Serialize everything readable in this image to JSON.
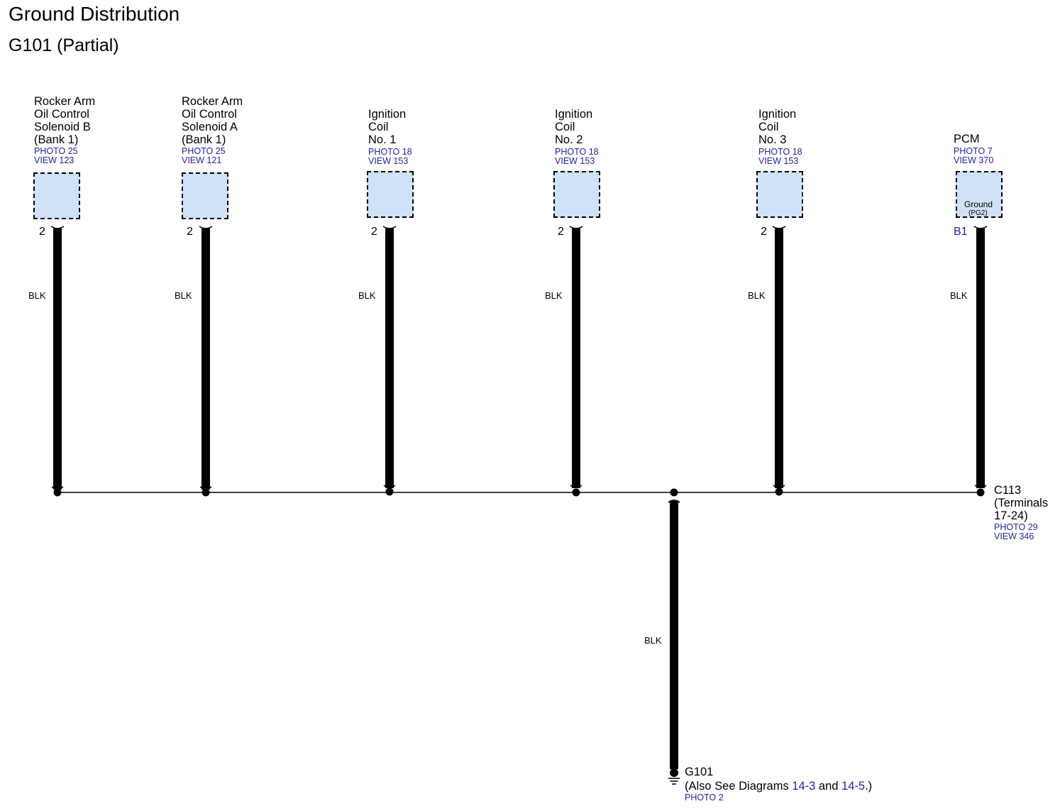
{
  "header": {
    "title": "Ground Distribution",
    "subtitle": "G101 (Partial)"
  },
  "components": [
    {
      "name": "Rocker Arm\nOil Control\nSolenoid B\n(Bank 1)",
      "photo": "PHOTO 25",
      "view": "VIEW 123",
      "pin": "2",
      "wire": "BLK"
    },
    {
      "name": "Rocker Arm\nOil Control\nSolenoid A\n(Bank 1)",
      "photo": "PHOTO 25",
      "view": "VIEW 121",
      "pin": "2",
      "wire": "BLK"
    },
    {
      "name": "Ignition\nCoil\nNo. 1",
      "photo": "PHOTO 18",
      "view": "VIEW 153",
      "pin": "2",
      "wire": "BLK"
    },
    {
      "name": "Ignition\nCoil\nNo. 2",
      "photo": "PHOTO 18",
      "view": "VIEW 153",
      "pin": "2",
      "wire": "BLK"
    },
    {
      "name": "Ignition\nCoil\nNo. 3",
      "photo": "PHOTO 18",
      "view": "VIEW 153",
      "pin": "2",
      "wire": "BLK"
    },
    {
      "name": "PCM",
      "photo": "PHOTO 7",
      "view": "VIEW 370",
      "pin": "B1",
      "wire": "BLK",
      "inner_label": "Ground",
      "inner_sublabel": "(PG2)"
    }
  ],
  "connector": {
    "name": "C113\n(Terminals\n17-24)",
    "photo": "PHOTO 29",
    "view": "VIEW 346"
  },
  "ground": {
    "wire": "BLK",
    "name": "G101",
    "also_prefix": "(Also See Diagrams ",
    "diagram1": "14-3",
    "and_text": " and ",
    "diagram2": "14-5",
    "suffix": ".)",
    "photo": "PHOTO 2"
  },
  "colors": {
    "connector_fill": "#cfe2f7",
    "reference_link": "#2323a0",
    "wire": "#000000"
  }
}
